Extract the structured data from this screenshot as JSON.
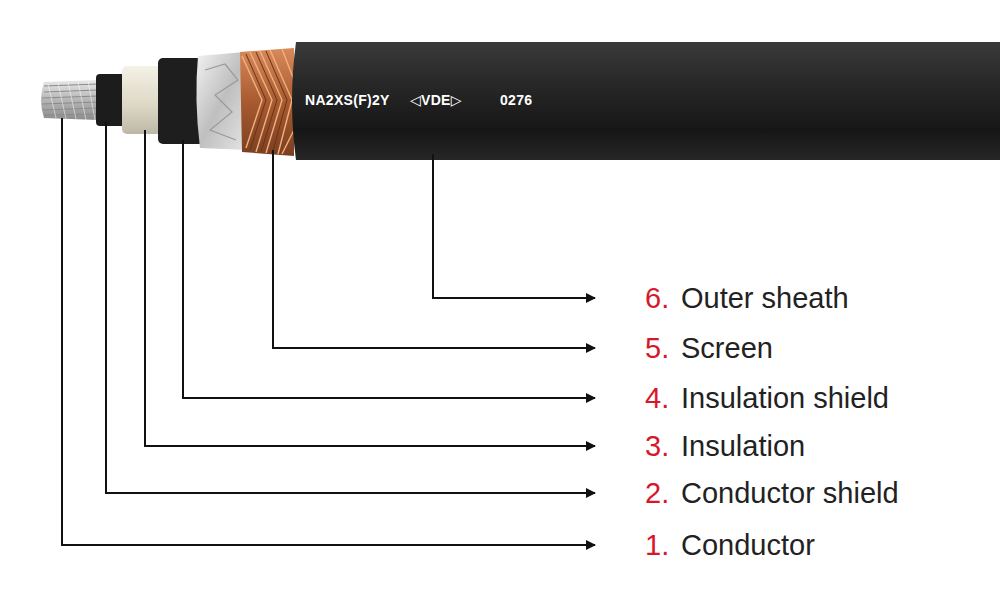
{
  "diagram": {
    "labels": [
      "NA2XS(F)2Y",
      "◁VDE▷",
      "0276",
      "6.",
      "Outer sheath",
      "5.",
      "Screen",
      "4.",
      "Insulation shield",
      "3.",
      "Insulation",
      "2.",
      "Conductor shield",
      "1.",
      "Conductor"
    ]
  }
}
